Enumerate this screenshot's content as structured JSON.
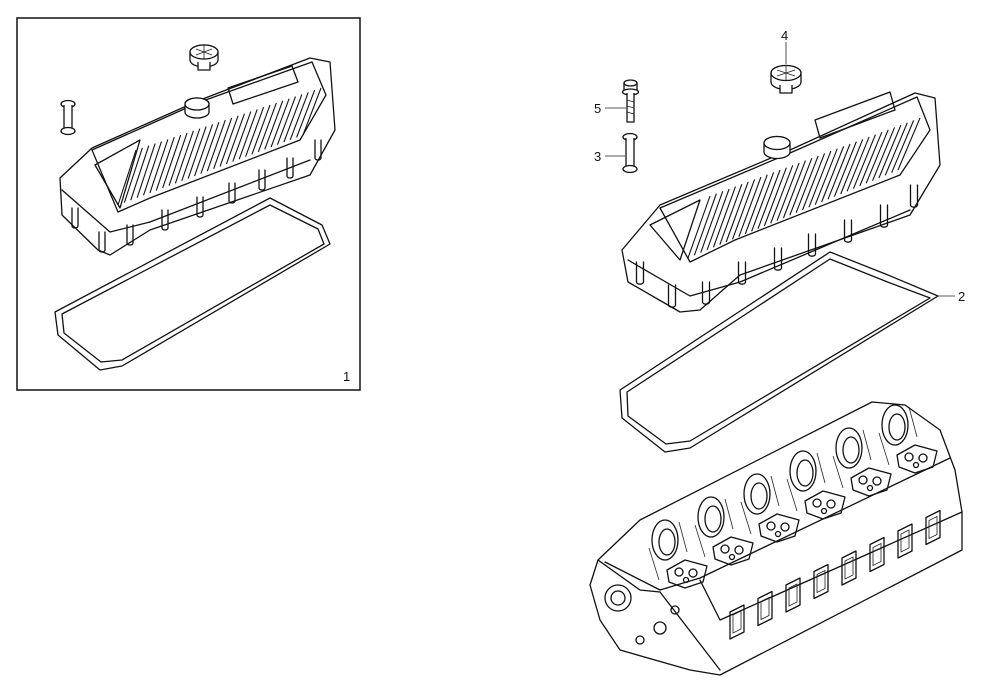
{
  "diagram": {
    "callouts": [
      {
        "id": "1",
        "text": "1"
      },
      {
        "id": "2",
        "text": "2"
      },
      {
        "id": "3",
        "text": "3"
      },
      {
        "id": "4",
        "text": "4"
      },
      {
        "id": "5",
        "text": "5"
      }
    ],
    "parts": {
      "kit_box": "valve-cover-kit",
      "valve_cover": "valve-cover",
      "gasket": "valve-cover-gasket",
      "spacer": "spacer-bolt",
      "oil_cap": "oil-filler-cap",
      "screw": "cover-screw",
      "cylinder_head": "cylinder-head"
    },
    "line_color": "#111111"
  }
}
